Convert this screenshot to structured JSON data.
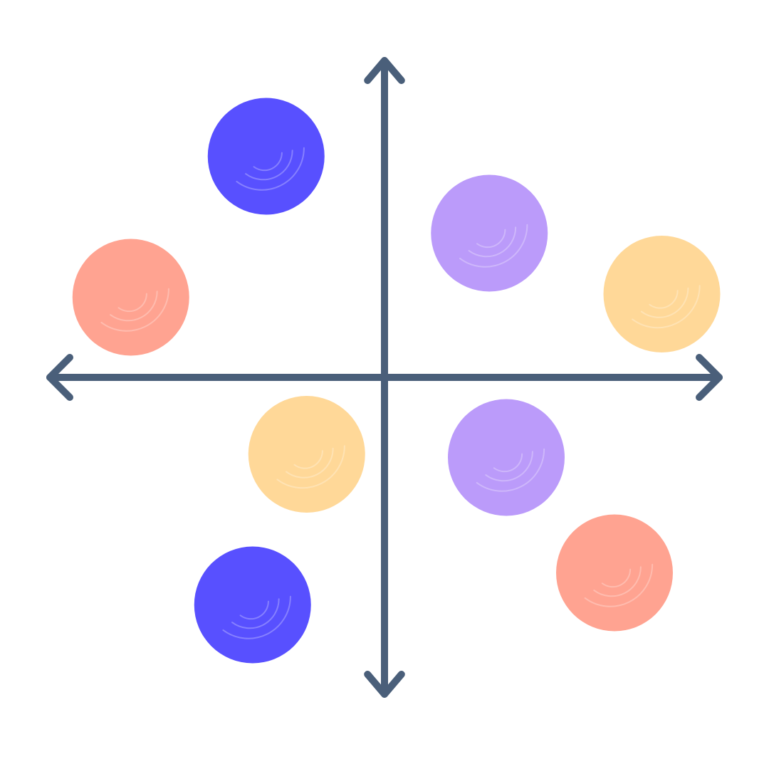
{
  "chart_data": {
    "type": "scatter",
    "title": "",
    "xlabel": "",
    "ylabel": "",
    "xlim": [
      -10,
      10
    ],
    "ylim": [
      -10,
      10
    ],
    "grid": false,
    "legend": "none",
    "axis_color": "#4A5F7A",
    "points": [
      {
        "x": -3.5,
        "y": 6.9,
        "color": "#5850FF"
      },
      {
        "x": -7.5,
        "y": 2.5,
        "color": "#FFA391"
      },
      {
        "x": 3.1,
        "y": 4.5,
        "color": "#BB9BFA"
      },
      {
        "x": 8.2,
        "y": 2.6,
        "color": "#FFD898"
      },
      {
        "x": -2.3,
        "y": -2.4,
        "color": "#FFD898"
      },
      {
        "x": 3.6,
        "y": -2.5,
        "color": "#BB9BFA"
      },
      {
        "x": -3.9,
        "y": -7.1,
        "color": "#5850FF"
      },
      {
        "x": 6.8,
        "y": -6.1,
        "color": "#FFA391"
      }
    ]
  }
}
